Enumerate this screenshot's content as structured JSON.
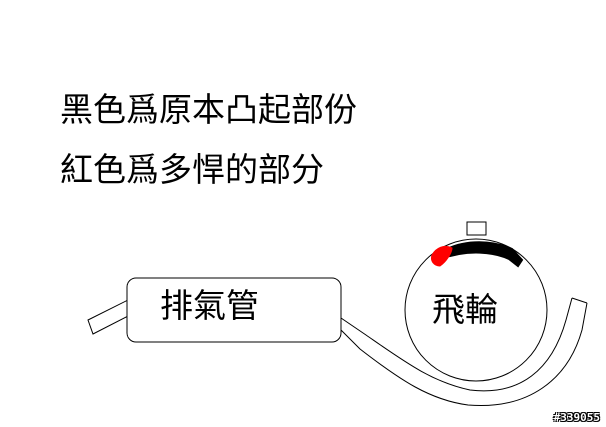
{
  "legend": {
    "black_meaning": "黑色爲原本凸起部份",
    "red_meaning": "紅色爲多悍的部分"
  },
  "labels": {
    "muffler": "排氣管",
    "flywheel": "飛輪"
  },
  "watermark": "#339055",
  "colors": {
    "original_raised": "#000000",
    "extra_weld": "#ff0000",
    "outline": "#000000",
    "background": "#ffffff"
  }
}
